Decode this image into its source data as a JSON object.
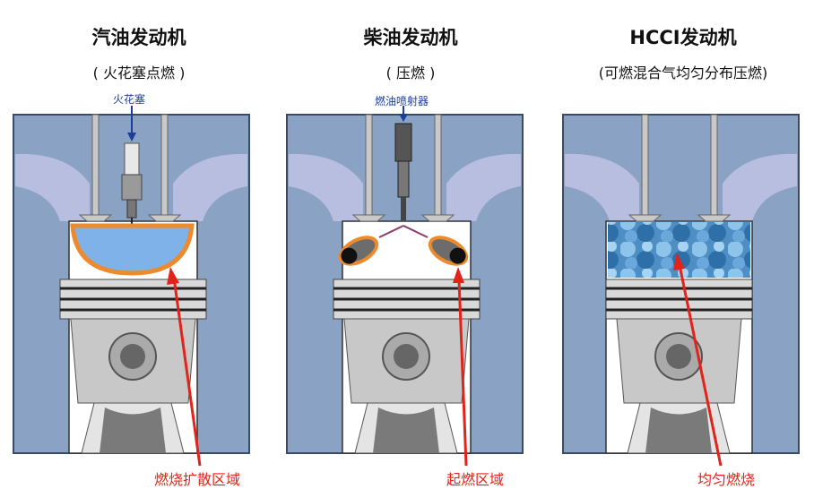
{
  "panels": [
    {
      "title": "汽油发动机",
      "subtitle": "( 火花塞点燃 )",
      "part_label": "火花塞",
      "zone_label": "燃烧扩散区域"
    },
    {
      "title": "柴油发动机",
      "subtitle": "( 压燃 )",
      "part_label": "燃油喷射器",
      "zone_label": "起燃区域"
    },
    {
      "title": "HCCI发动机",
      "subtitle": "(可燃混合气均匀分布压燃)",
      "part_label": "",
      "zone_label": "均匀燃烧"
    }
  ],
  "colors": {
    "block": "#8aa2c4",
    "port": "#b8bedf",
    "piston": "#d4d4d4",
    "flame_blue": "#7fb2e8",
    "flame_orange": "#ec8a2c",
    "arrow_red": "#e2231a",
    "label_blue": "#1a3f9a"
  }
}
